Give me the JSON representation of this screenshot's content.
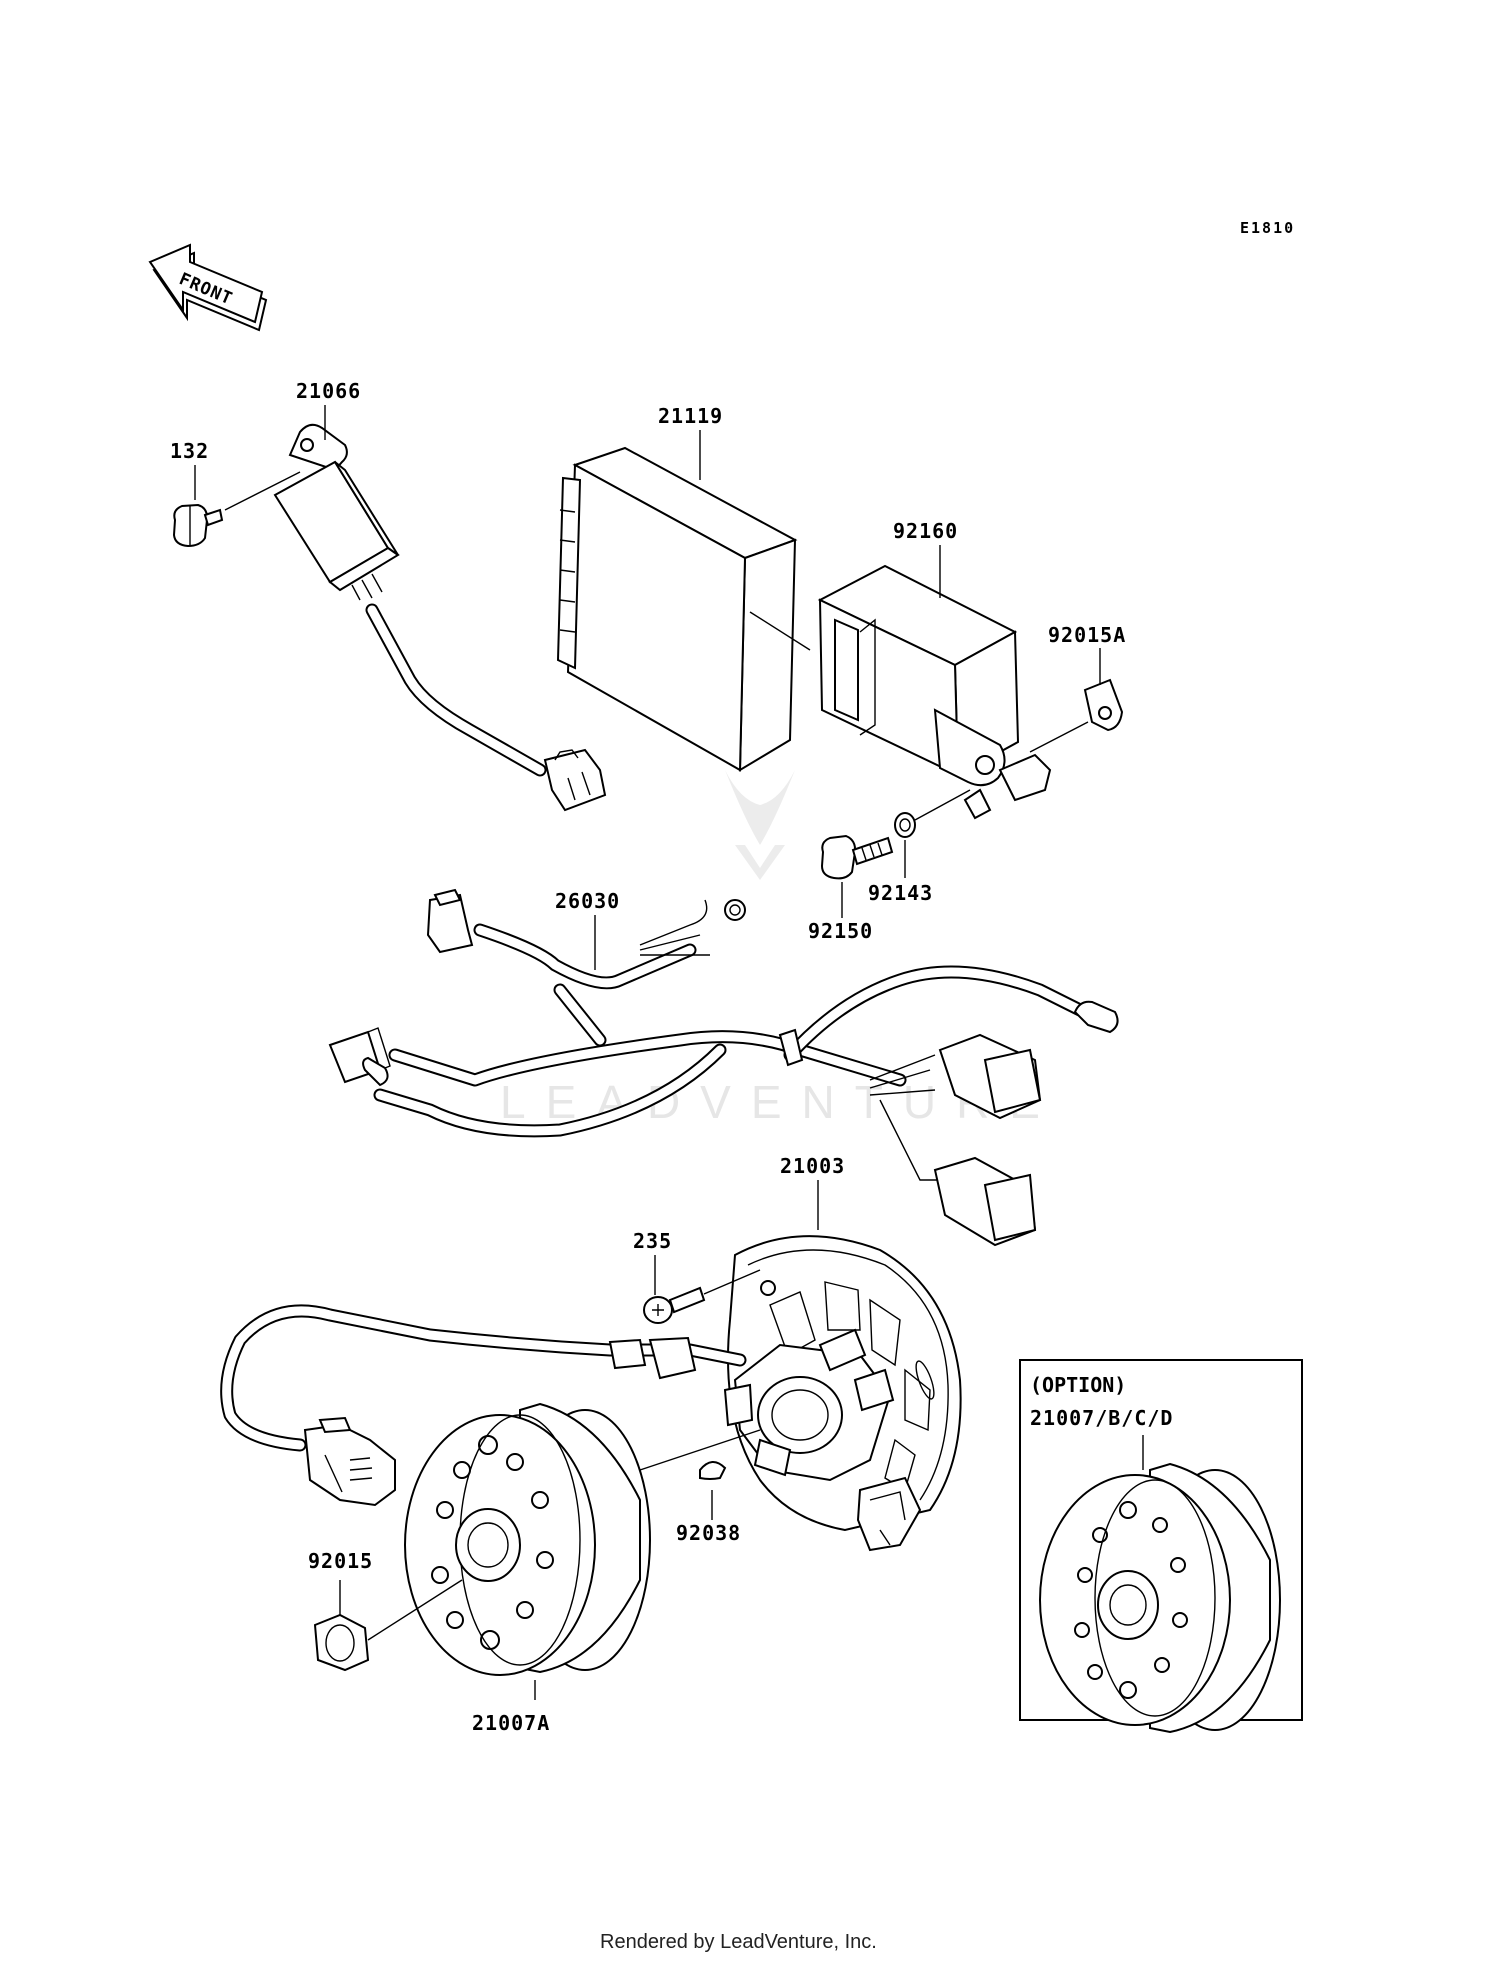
{
  "diagram": {
    "code": "E1810",
    "front_label": "FRONT",
    "watermark": "LEADVENTURE",
    "footer": "Rendered by LeadVenture, Inc.",
    "option": {
      "title": "(OPTION)",
      "part": "21007/B/C/D"
    },
    "parts": [
      "21066",
      "132",
      "21119",
      "92160",
      "92015A",
      "26030",
      "92150",
      "92143",
      "21003",
      "235",
      "92038",
      "92015",
      "21007A"
    ]
  }
}
